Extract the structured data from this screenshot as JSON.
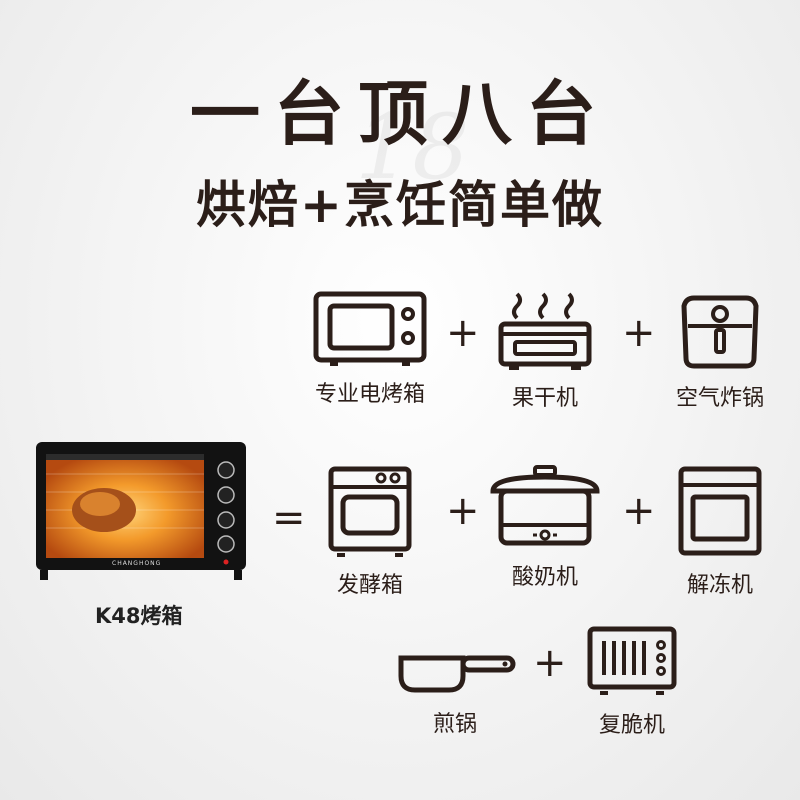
{
  "title": "一台顶八台",
  "subtitle": "烘焙+烹饪简单做",
  "product": {
    "label": "K48烤箱",
    "brand": "CHANGHONG"
  },
  "operators": {
    "plus": "+",
    "equals": "="
  },
  "appliances": [
    {
      "label": "专业电烤箱",
      "icon": "oven-icon"
    },
    {
      "label": "果干机",
      "icon": "fruit-dryer-icon"
    },
    {
      "label": "空气炸锅",
      "icon": "air-fryer-icon"
    },
    {
      "label": "发酵箱",
      "icon": "proofer-icon"
    },
    {
      "label": "酸奶机",
      "icon": "yogurt-maker-icon"
    },
    {
      "label": "解冻机",
      "icon": "defroster-icon"
    },
    {
      "label": "煎锅",
      "icon": "frying-pan-icon"
    },
    {
      "label": "复脆机",
      "icon": "crisper-icon"
    }
  ],
  "colors": {
    "text": "#2b1e19",
    "background": "#f3f3f3",
    "oven_body": "#111111",
    "oven_glow": "#f39a2b"
  }
}
